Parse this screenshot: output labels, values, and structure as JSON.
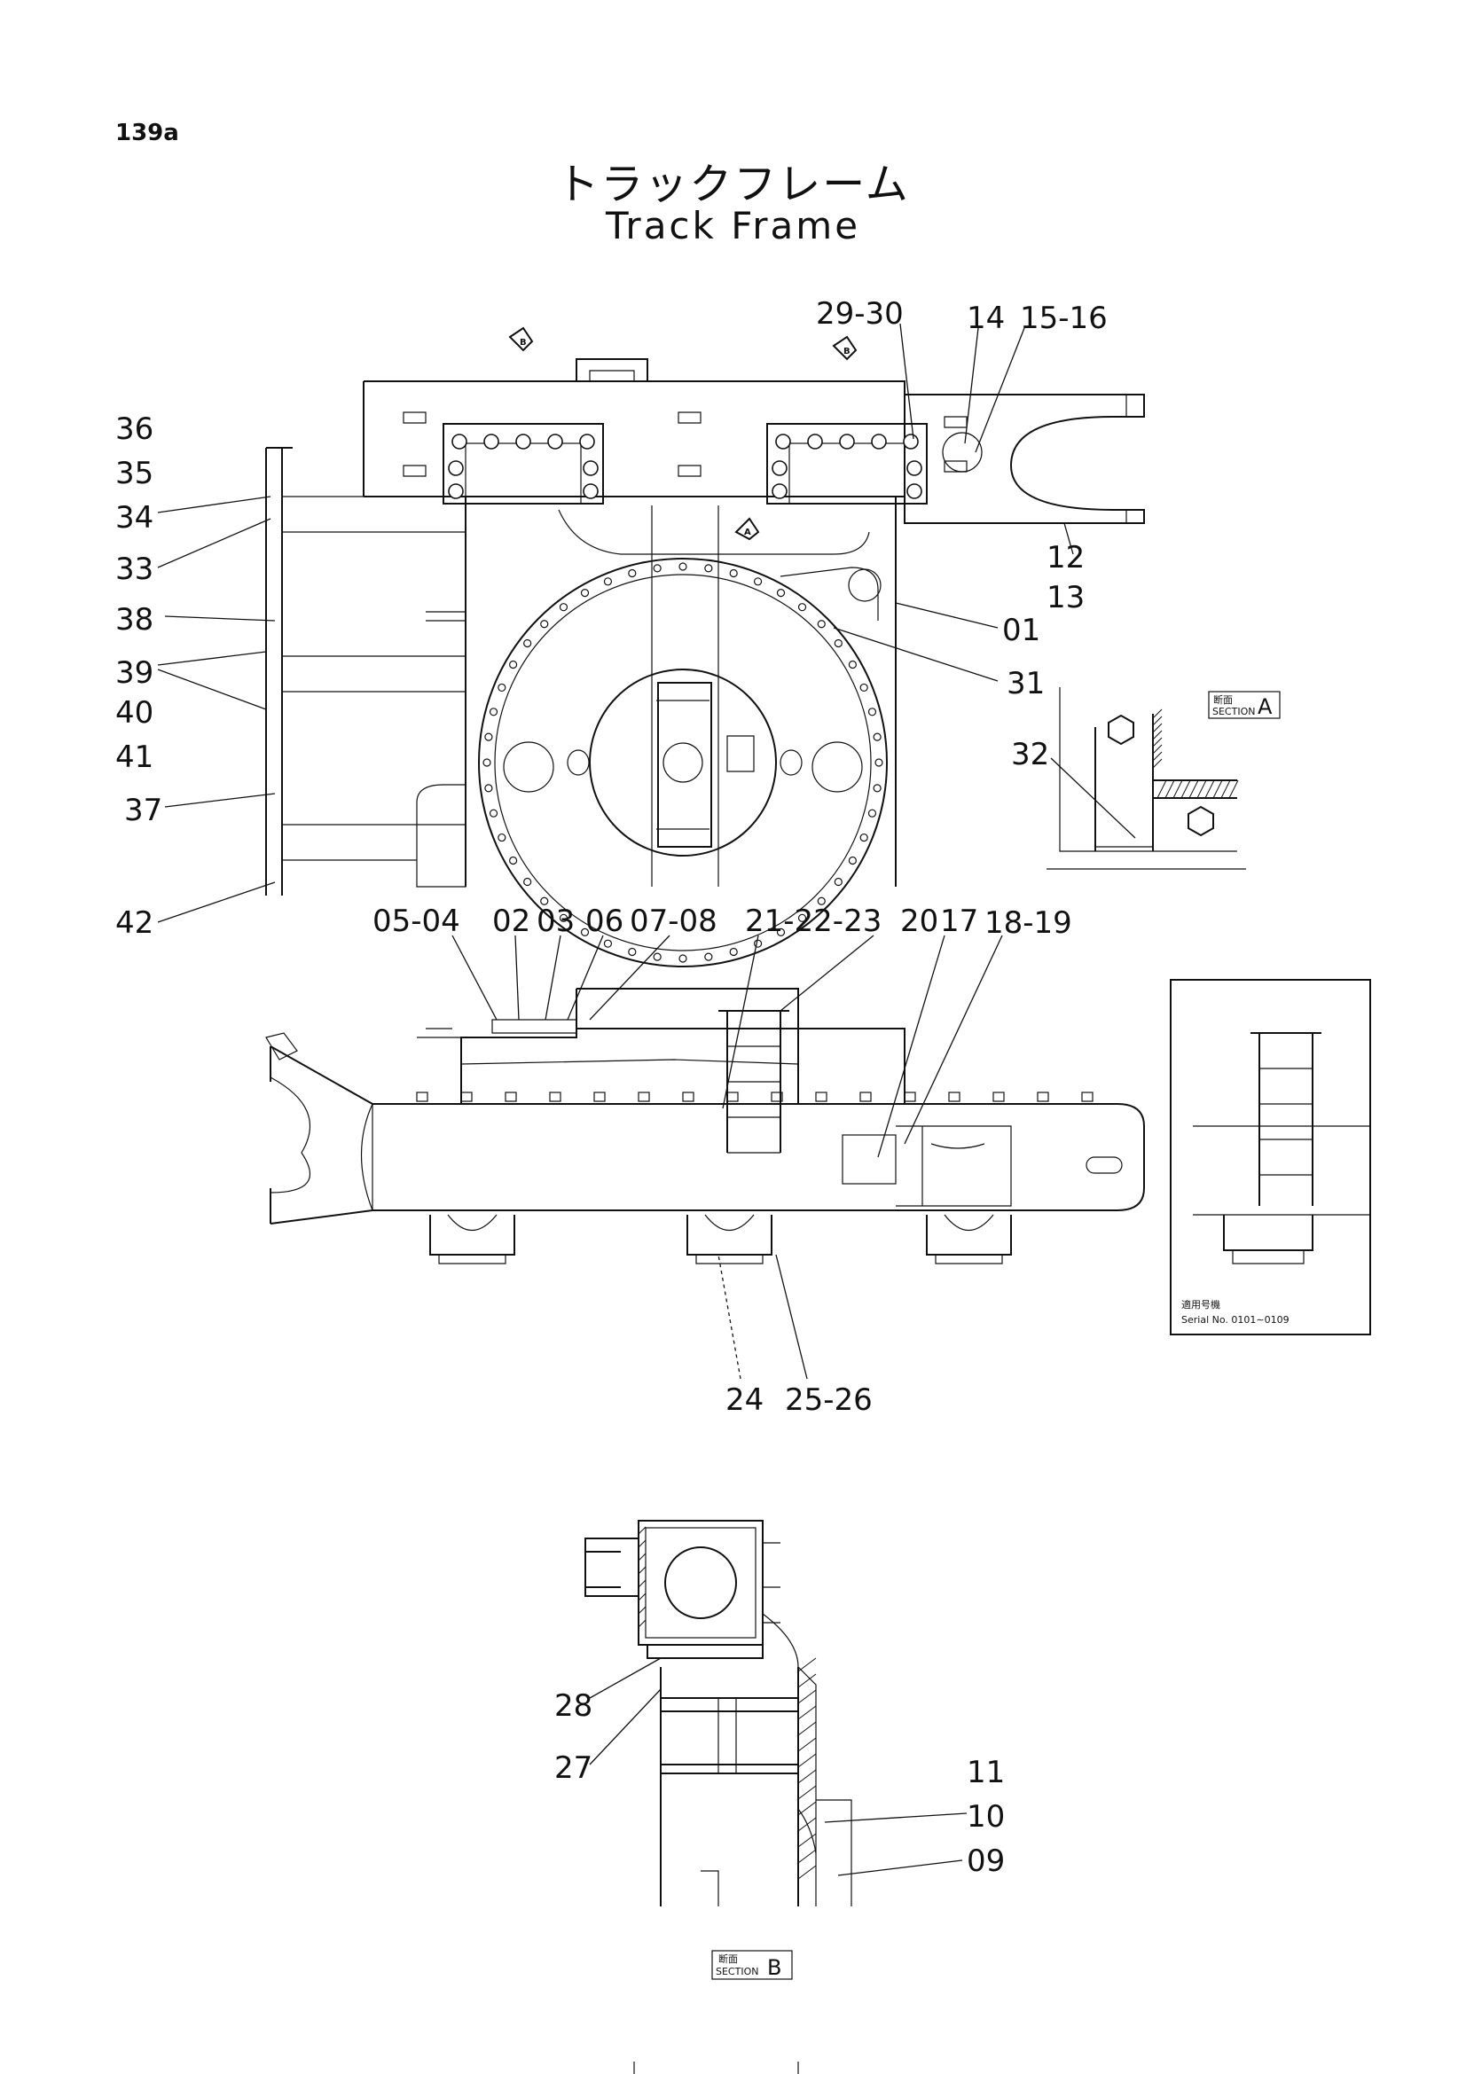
{
  "page_number": "139a",
  "title_jp": "トラックフレーム",
  "title_en": "Track Frame",
  "callouts_top": [
    "29-30",
    "14",
    "15-16",
    "36",
    "35",
    "34",
    "33",
    "38",
    "39",
    "40",
    "41",
    "37",
    "42",
    "12",
    "13",
    "01",
    "31",
    "32"
  ],
  "callouts_middle": [
    "05-04",
    "02",
    "03",
    "06",
    "07-08",
    "21-22-23",
    "20",
    "17",
    "18-19",
    "24",
    "25-26"
  ],
  "callouts_bottom": [
    "28",
    "27",
    "11",
    "10",
    "09"
  ],
  "section_a": {
    "kanji": "断面",
    "word": "SECTION",
    "letter": "A"
  },
  "section_b": {
    "kanji": "断面",
    "word": "SECTION",
    "letter": "B"
  },
  "inset": {
    "caption_jp": "適用号機",
    "caption_en": "Serial No. 0101∼0109"
  },
  "view_marker_top": "B",
  "view_marker_mid": "A",
  "view_marker_right": "B"
}
